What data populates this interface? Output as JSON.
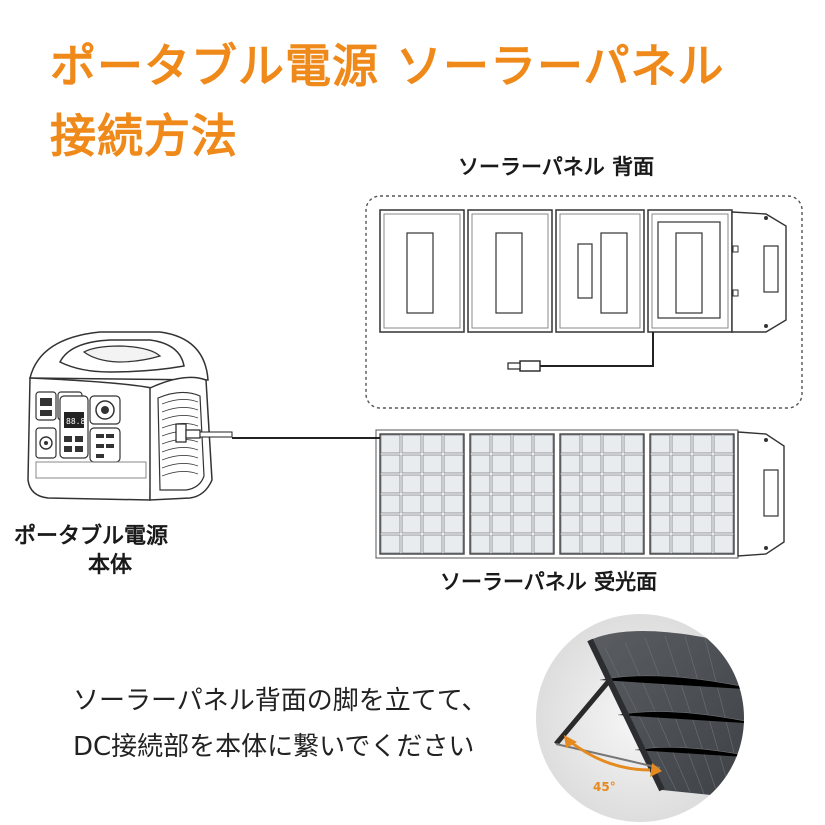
{
  "title": {
    "line1": "ポータブル電源 ソーラーパネル",
    "line2": "接続方法"
  },
  "labels": {
    "panel_back": "ソーラーパネル 背面",
    "panel_front": "ソーラーパネル 受光面",
    "power_station_line1": "ポータブル電源",
    "power_station_line2": "本体",
    "angle": "45°"
  },
  "instructions": {
    "line1": "ソーラーパネル背面の脚を立てて、",
    "line2": "DC接続部を本体に繋いでください"
  },
  "device_display": "88.8"
}
